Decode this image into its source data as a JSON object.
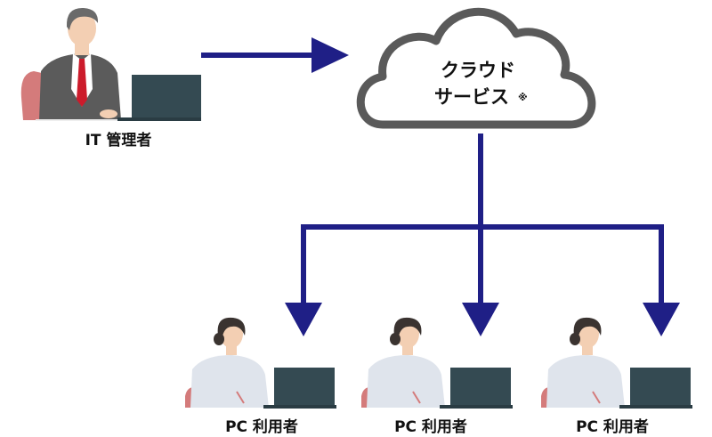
{
  "admin": {
    "label": "IT 管理者"
  },
  "cloud": {
    "line1": "クラウド",
    "line2": "サービス",
    "note_mark": "※"
  },
  "users": [
    {
      "label": "PC 利用者"
    },
    {
      "label": "PC 利用者"
    },
    {
      "label": "PC 利用者"
    }
  ],
  "colors": {
    "arrow": "#1f1f86",
    "cloud_stroke": "#5a5a5a",
    "laptop": "#344a52",
    "chair": "#d47b7b",
    "suit": "#5b5b5b",
    "tie": "#cc1b2b",
    "skin": "#f3cfb3",
    "hair_dark": "#3a3330",
    "blouse": "#dfe4ec"
  }
}
